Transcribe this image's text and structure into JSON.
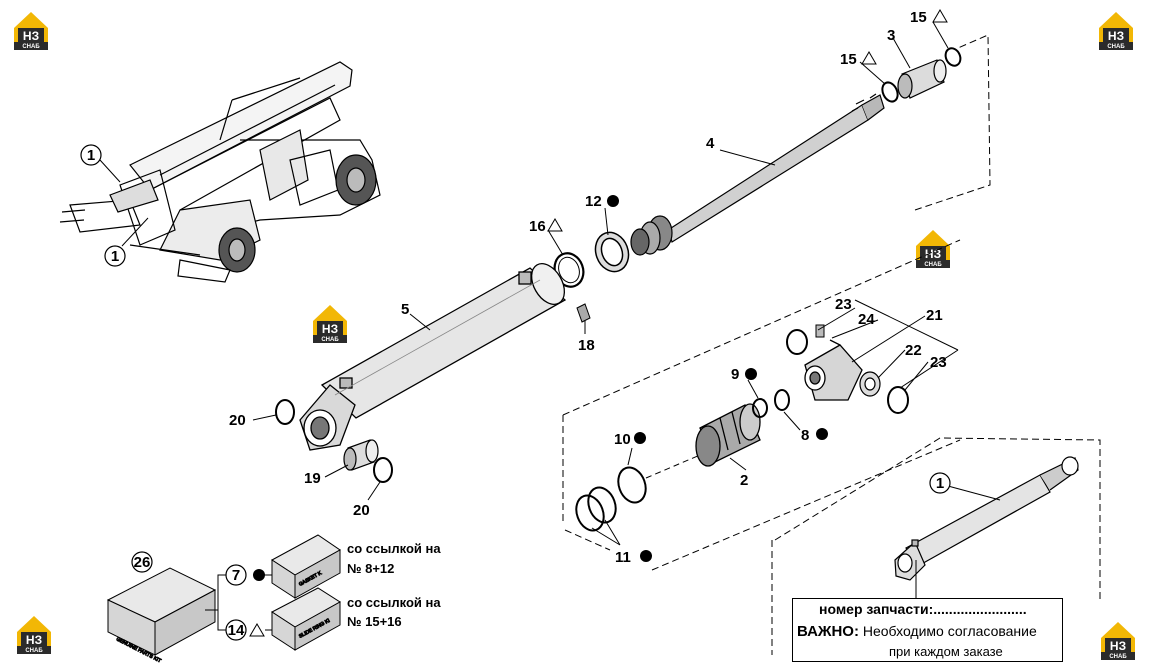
{
  "brand": {
    "logo_letters": "НЗ",
    "logo_subtitle": "СНАБ",
    "color_yellow": "#f2b705",
    "color_dark": "#2b2b2b"
  },
  "callouts": {
    "c1a": "1",
    "c1b": "1",
    "c1c": "1",
    "c2": "2",
    "c3": "3",
    "c4": "4",
    "c5": "5",
    "c7": "7",
    "c8": "8",
    "c9": "9",
    "c10": "10",
    "c11": "11",
    "c12": "12",
    "c14": "14",
    "c15a": "15",
    "c15b": "15",
    "c16": "16",
    "c18": "18",
    "c19": "19",
    "c20a": "20",
    "c20b": "20",
    "c21": "21",
    "c22": "22",
    "c23a": "23",
    "c23b": "23",
    "c24": "24",
    "c26": "26"
  },
  "kits": {
    "ref1_line1": "со ссылкой на",
    "ref1_line2": "№ 8+12",
    "ref2_line1": "со ссылкой на",
    "ref2_line2": "№ 15+16",
    "box_main_label": "GENUINE PARTS KIT",
    "box1_label": "GASKET K",
    "box2_label": "SLIDE RING KI"
  },
  "info": {
    "part_number_label": "номер запчасти:",
    "part_number_value": "........................",
    "important_label": "ВАЖНО:",
    "important_text_1": "Необходимо согласование",
    "important_text_2": "при каждом заказе"
  }
}
